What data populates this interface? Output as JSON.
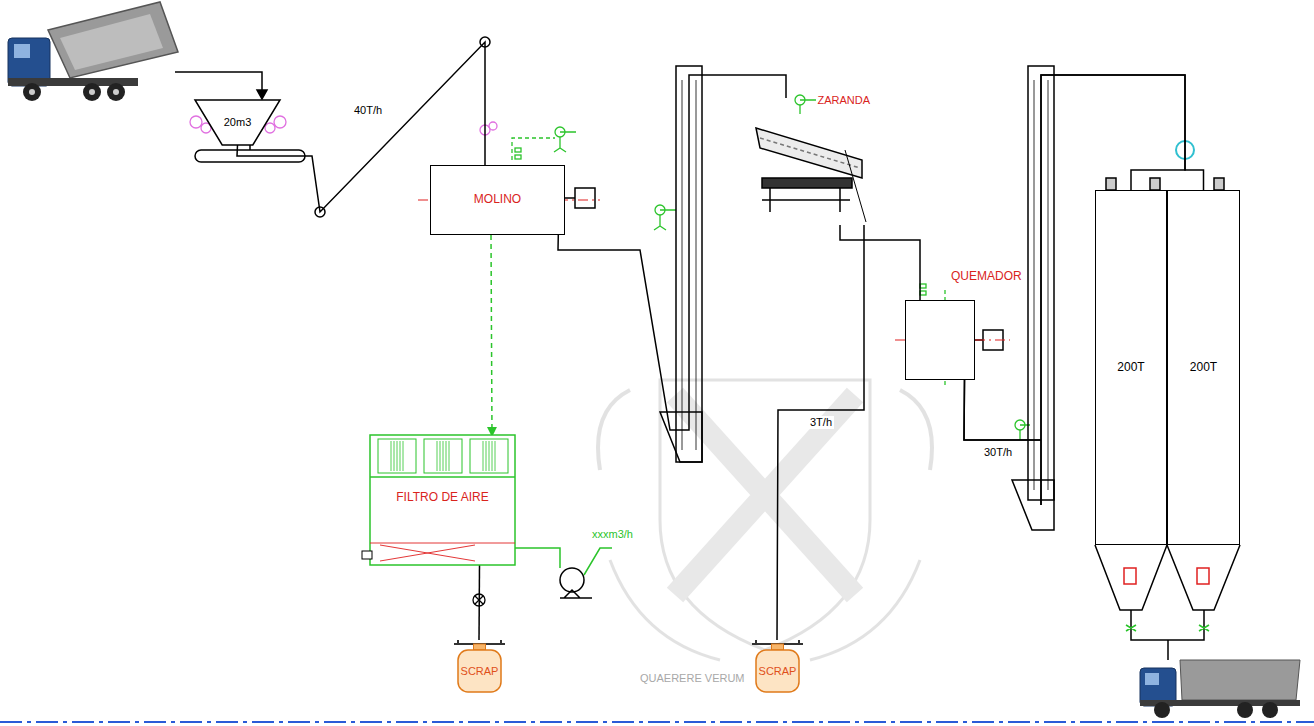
{
  "diagram": {
    "nodes": [
      {
        "text": [
          "20m3"
        ]
      },
      {
        "text": [
          "MOLINO"
        ]
      },
      {
        "text": [
          "ZARANDA"
        ]
      },
      {
        "text": [
          "QUEMADOR"
        ]
      },
      {
        "text": [
          "200T"
        ]
      },
      {
        "text": [
          "200T"
        ]
      },
      {
        "text": [
          "FILTRO DE AIRE"
        ]
      },
      {
        "text": [
          "SCRAP"
        ]
      },
      {
        "text": [
          "SCRAP"
        ]
      }
    ],
    "edges": [
      {
        "from": 0,
        "to": 1,
        "arrow": "none",
        "label": "40T/h"
      },
      {
        "from": 1,
        "to": 6,
        "arrow": "to"
      },
      {
        "from": 1,
        "to": 2,
        "arrow": "none"
      },
      {
        "from": 2,
        "to": 3,
        "arrow": "none"
      },
      {
        "from": 2,
        "to": 8,
        "arrow": "none",
        "label": "3T/h"
      },
      {
        "from": 3,
        "to": 4,
        "arrow": "none",
        "label": "30T/h"
      },
      {
        "from": 3,
        "to": 5,
        "arrow": "none"
      },
      {
        "from": 6,
        "to": 7,
        "arrow": "none"
      }
    ],
    "labels": [
      "xxxm3/h",
      "QUAERERE VERUM"
    ]
  }
}
